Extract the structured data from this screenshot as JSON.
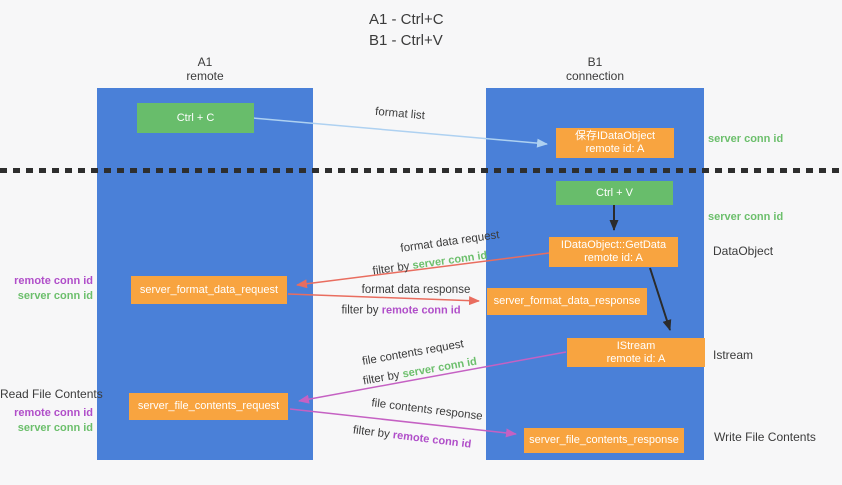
{
  "title": {
    "line1": "A1 - Ctrl+C",
    "line2": "B1 - Ctrl+V"
  },
  "lanes": {
    "left": {
      "title": "A1",
      "subtitle": "remote"
    },
    "right": {
      "title": "B1",
      "subtitle": "connection"
    }
  },
  "nodes": {
    "ctrl_c": {
      "label": "Ctrl + C"
    },
    "save_dataobject": {
      "line1": "保存IDataObject",
      "line2": "remote id: A"
    },
    "ctrl_v": {
      "label": "Ctrl + V"
    },
    "getdata": {
      "line1": "IDataObject::GetData",
      "line2": "remote id: A"
    },
    "format_request": {
      "label": "server_format_data_request"
    },
    "format_response": {
      "label": "server_format_data_response"
    },
    "istream": {
      "line1": "IStream",
      "line2": "remote id: A"
    },
    "file_request": {
      "label": "server_file_contents_request"
    },
    "file_response": {
      "label": "server_file_contents_response"
    }
  },
  "annotations": {
    "server_conn_top": "server conn id",
    "server_conn_mid": "server conn id",
    "dataobject": "DataObject",
    "istream": "Istream",
    "write_file": "Write File Contents",
    "read_file": "Read File Contents",
    "left_pair1": {
      "remote": "remote conn id",
      "server": "server conn id"
    },
    "left_pair2": {
      "remote": "remote conn id",
      "server": "server conn id"
    }
  },
  "flows": {
    "format_list": {
      "label": "format list"
    },
    "format_data_request": {
      "label": "format data request",
      "filter_prefix": "filter by",
      "filter_key": "server conn id"
    },
    "format_data_response": {
      "label": "format data response",
      "filter_prefix": "filter by",
      "filter_key": "remote conn id"
    },
    "file_contents_request": {
      "label": "file contents request",
      "filter_prefix": "filter by",
      "filter_key": "server conn id"
    },
    "file_contents_response": {
      "label": "file contents response",
      "filter_prefix": "filter by",
      "filter_key": "remote conn id"
    }
  },
  "colors": {
    "background": "#f7f7f8",
    "lane_blue": "#4a80d8",
    "action_green": "#68bd6b",
    "node_orange": "#f8a440",
    "text_dark": "#3b3b3b",
    "conn_id_green": "#6cbf6c",
    "conn_id_purple": "#b04ec9",
    "arrow_light_blue": "#aed1f1",
    "arrow_red": "#e96d5f",
    "arrow_magenta": "#c561c3",
    "arrow_black": "#2b2b2b"
  }
}
